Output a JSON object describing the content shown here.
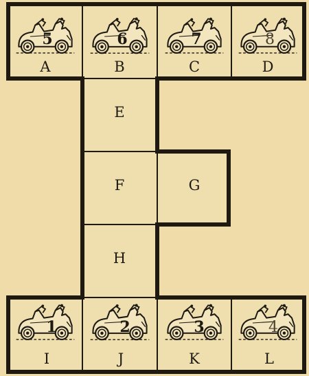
{
  "cells": [
    {
      "id": "A",
      "label": "A",
      "car": "5"
    },
    {
      "id": "B",
      "label": "B",
      "car": "6"
    },
    {
      "id": "C",
      "label": "C",
      "car": "7"
    },
    {
      "id": "D",
      "label": "D",
      "car": "8"
    },
    {
      "id": "E",
      "label": "E",
      "car": null
    },
    {
      "id": "F",
      "label": "F",
      "car": null
    },
    {
      "id": "G",
      "label": "G",
      "car": null
    },
    {
      "id": "H",
      "label": "H",
      "car": null
    },
    {
      "id": "I",
      "label": "I",
      "car": "1"
    },
    {
      "id": "J",
      "label": "J",
      "car": "2"
    },
    {
      "id": "K",
      "label": "K",
      "car": "3"
    },
    {
      "id": "L",
      "label": "L",
      "car": "4"
    }
  ]
}
